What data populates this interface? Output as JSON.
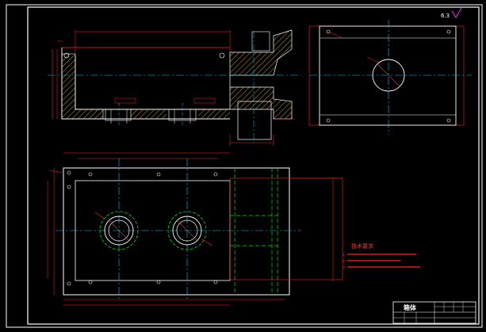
{
  "drawing": {
    "background": "#000000",
    "colors": {
      "frame": "#ffffff",
      "outline": "#ff2020",
      "centerline": "#00c8ff",
      "hidden_line": "#00dd00",
      "hatch": "#c8a020",
      "note": "#ff3030",
      "mark": "#ff20ff"
    },
    "corner_mark": "6.3",
    "tech_requirements": {
      "title": "技术要求",
      "lines": [
        "1.",
        "2.",
        "3."
      ]
    },
    "title_block": {
      "part_name": "箱体",
      "cells": [
        "",
        "",
        "",
        "",
        "",
        ""
      ]
    }
  }
}
